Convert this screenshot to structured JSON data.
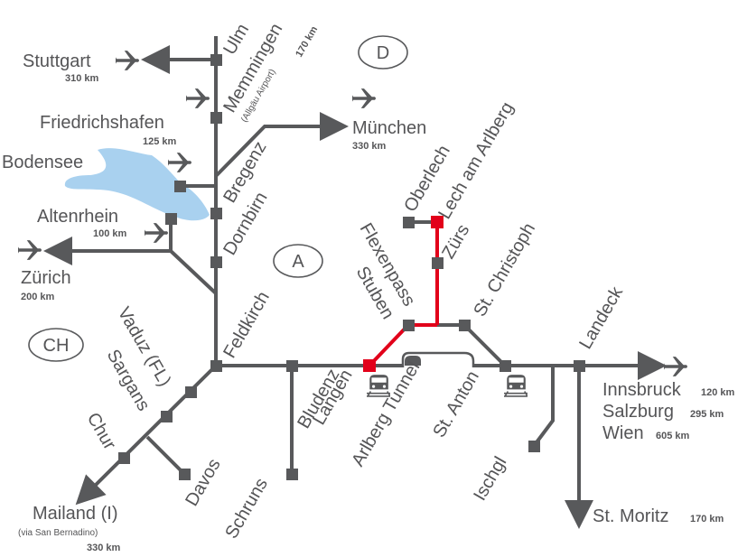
{
  "countries": {
    "germany": "D",
    "austria": "A",
    "switzerland": "CH"
  },
  "lake": {
    "name": "Bodensee",
    "color": "#a9d1ef"
  },
  "colors": {
    "network": "#58595b",
    "highlight": "#e2001a",
    "text": "#555557"
  },
  "icons": {
    "airport": "airplane-icon",
    "rail": "train-icon"
  },
  "airports": {
    "stuttgart": {
      "name": "Stuttgart",
      "dist": "310 km"
    },
    "memmingen": {
      "name": "Memmingen",
      "sub": "(Allgäu Airport)",
      "dist": "170 km"
    },
    "friedrichshafen": {
      "name": "Friedrichshafen",
      "dist": "125 km"
    },
    "muenchen": {
      "name": "München",
      "dist": "330 km"
    },
    "altenrhein": {
      "name": "Altenrhein",
      "dist": "100 km"
    },
    "zuerich": {
      "name": "Zürich",
      "dist": "200 km"
    },
    "mailand": {
      "name": "Mailand (I)",
      "sub": "(via San Bernadino)",
      "dist": "330 km"
    },
    "innsbruck": {
      "name": "Innsbruck",
      "dist": "120 km"
    },
    "salzburg": {
      "name": "Salzburg",
      "dist": "295 km"
    },
    "wien": {
      "name": "Wien",
      "dist": "605 km"
    },
    "stmoritz": {
      "name": "St. Moritz",
      "dist": "170 km"
    }
  },
  "places": {
    "ulm": "Ulm",
    "bregenz": "Bregenz",
    "dornbirn": "Dornbirn",
    "feldkirch": "Feldkirch",
    "vaduz": "Vaduz (FL)",
    "sargans": "Sargans",
    "chur": "Chur",
    "davos": "Davos",
    "bludenz": "Bludenz",
    "schruns": "Schruns",
    "langen": "Langen",
    "arlbergtunnel": "Arlberg Tunnel",
    "stanton": "St. Anton",
    "ischgl": "Ischgl",
    "landeck": "Landeck",
    "stuben": "Stuben",
    "flexenpass": "Flexenpass",
    "zuers": "Zürs",
    "oberlech": "Oberlech",
    "lech": "Lech am Arlberg",
    "stchristoph": "St. Christoph"
  }
}
